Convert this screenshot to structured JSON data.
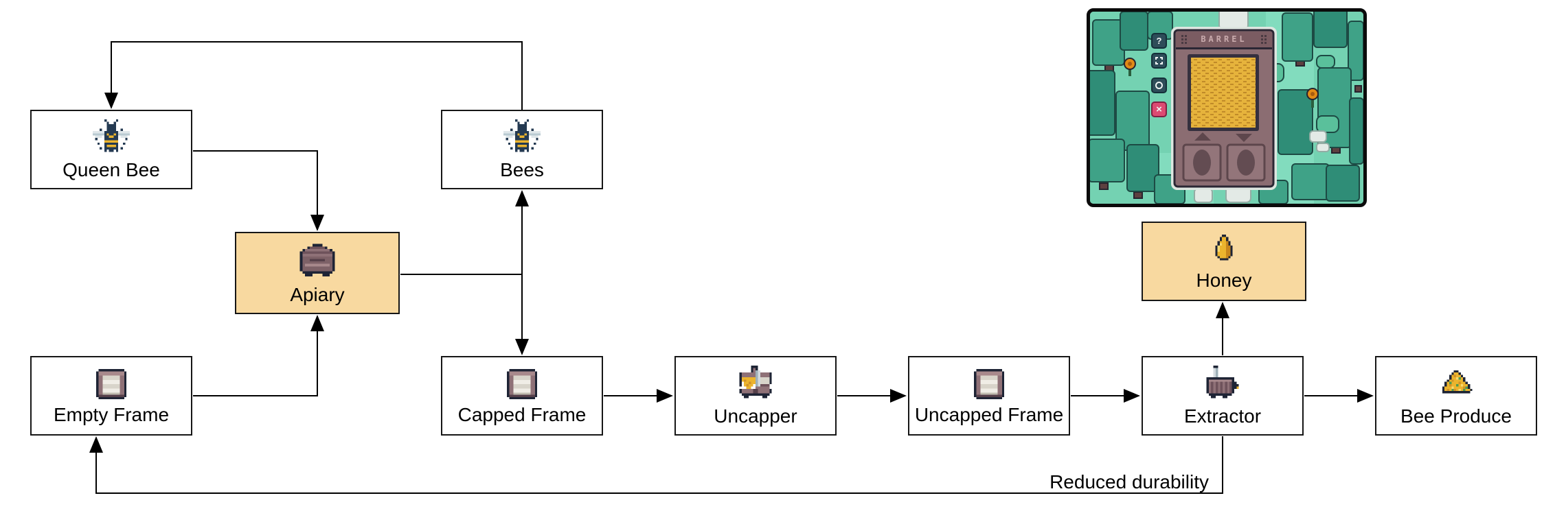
{
  "diagram": {
    "nodes": {
      "queen_bee": {
        "label": "Queen Bee",
        "icon": "queen-bee-icon",
        "highlighted": false
      },
      "bees": {
        "label": "Bees",
        "icon": "bee-icon",
        "highlighted": false
      },
      "apiary": {
        "label": "Apiary",
        "icon": "apiary-icon",
        "highlighted": true
      },
      "empty_frame": {
        "label": "Empty Frame",
        "icon": "frame-icon",
        "highlighted": false
      },
      "capped_frame": {
        "label": "Capped Frame",
        "icon": "frame-icon",
        "highlighted": false
      },
      "uncapper": {
        "label": "Uncapper",
        "icon": "uncapper-icon",
        "highlighted": false
      },
      "uncapped_frame": {
        "label": "Uncapped Frame",
        "icon": "frame-icon",
        "highlighted": false
      },
      "extractor": {
        "label": "Extractor",
        "icon": "extractor-icon",
        "highlighted": false
      },
      "honey": {
        "label": "Honey",
        "icon": "honey-drop-icon",
        "highlighted": true
      },
      "bee_produce": {
        "label": "Bee Produce",
        "icon": "bee-produce-icon",
        "highlighted": false
      }
    },
    "edges": [
      {
        "from": "bees",
        "to": "queen_bee"
      },
      {
        "from": "queen_bee",
        "to": "apiary"
      },
      {
        "from": "empty_frame",
        "to": "apiary"
      },
      {
        "from": "apiary",
        "to": "bees"
      },
      {
        "from": "apiary",
        "to": "capped_frame"
      },
      {
        "from": "capped_frame",
        "to": "uncapper"
      },
      {
        "from": "uncapper",
        "to": "uncapped_frame"
      },
      {
        "from": "uncapped_frame",
        "to": "extractor"
      },
      {
        "from": "extractor",
        "to": "honey"
      },
      {
        "from": "extractor",
        "to": "bee_produce"
      },
      {
        "from": "extractor",
        "to": "empty_frame",
        "label": "Reduced durability"
      }
    ],
    "feedback_edge_label": "Reduced durability"
  },
  "colors": {
    "node_fill": "#ffffff",
    "node_highlight_fill": "#f8d9a0",
    "node_border": "#161616",
    "connector": "#000000",
    "screenshot_ground": "#74d2b2",
    "screenshot_panel": "#8b6d72",
    "honeycomb": "#e6b33c",
    "close_button": "#dc4a72"
  },
  "screenshot": {
    "title": "BARREL",
    "buttons": [
      {
        "name": "help",
        "glyph": "?"
      },
      {
        "name": "fullscreen",
        "glyph": ""
      },
      {
        "name": "circle",
        "glyph": ""
      },
      {
        "name": "close",
        "glyph": "×"
      }
    ]
  }
}
